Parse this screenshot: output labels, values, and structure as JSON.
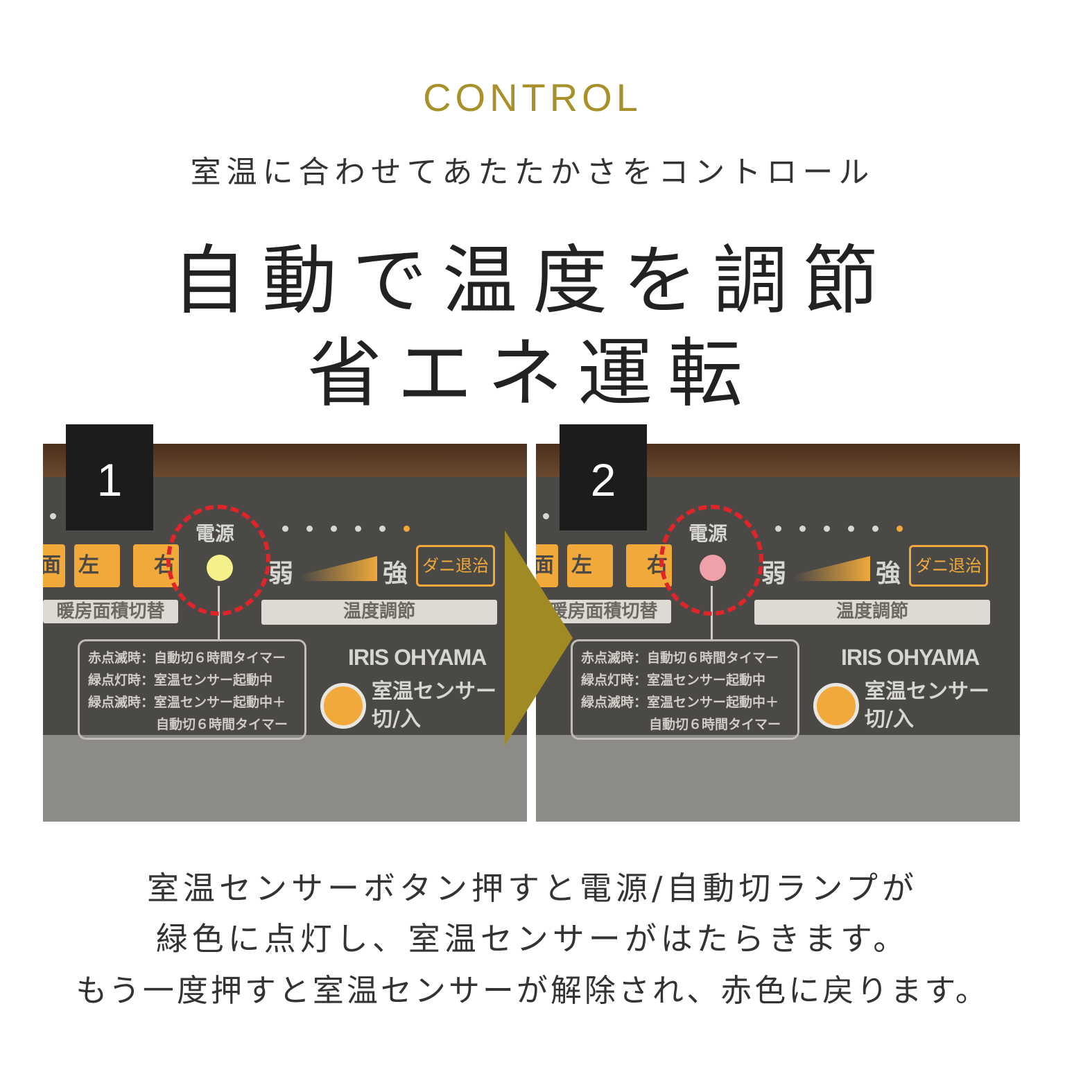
{
  "header": {
    "eyebrow": "CONTROL",
    "subtitle": "室温に合わせてあたたかさをコントロール",
    "title_line1": "自動で温度を調節",
    "title_line2": "省エネ運転"
  },
  "panel_labels": {
    "power": "電源",
    "zone_full": "面",
    "zone_left": "左",
    "zone_right": "右",
    "zone_label": "暖房面積切替",
    "weak": "弱",
    "strong": "強",
    "mite": "ダニ退治",
    "temp_label": "温度調節",
    "info1": "赤点滅時：自動切６時間タイマー",
    "info2": "緑点灯時：室温センサー起動中",
    "info3": "緑点滅時：室温センサー起動中＋",
    "info4": "自動切６時間タイマー",
    "brand": "IRIS OHYAMA",
    "sensor1": "室温センサー",
    "sensor2": "切/入"
  },
  "steps": [
    {
      "number": "1",
      "led_color": "#f4f08a"
    },
    {
      "number": "2",
      "led_color": "#f0a0a8"
    }
  ],
  "colors": {
    "accent": "#a8902a",
    "highlight": "#e0252a",
    "button": "#f0a93a"
  },
  "description": [
    "室温センサーボタン押すと電源/自動切ランプが",
    "緑色に点灯し、室温センサーがはたらきます。",
    "もう一度押すと室温センサーが解除され、赤色に戻ります。"
  ]
}
